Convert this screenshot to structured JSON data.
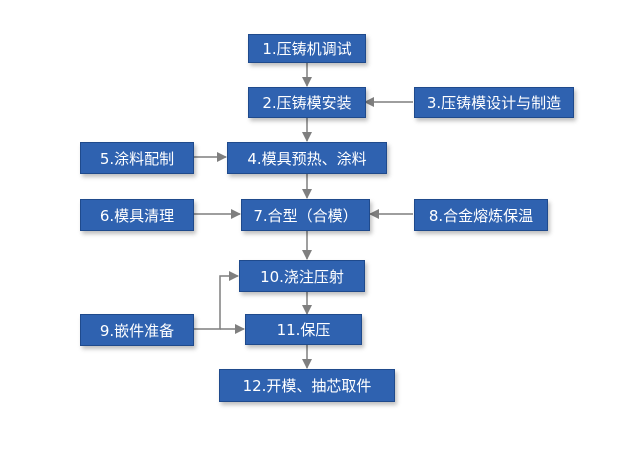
{
  "steps": {
    "s1": "1.压铸机调试",
    "s2": "2.压铸模安装",
    "s3": "3.压铸模设计与制造",
    "s4": "4.模具预热、涂料",
    "s5": "5.涂料配制",
    "s6": "6.模具清理",
    "s7": "7.合型（合模）",
    "s8": "8.合金熔炼保温",
    "s9": "9.嵌件准备",
    "s10": "10.浇注压射",
    "s11": "11.保压",
    "s12": "12.开模、抽芯取件"
  },
  "colors": {
    "box": "#2f62b0",
    "arrow": "#7f7f7f"
  }
}
